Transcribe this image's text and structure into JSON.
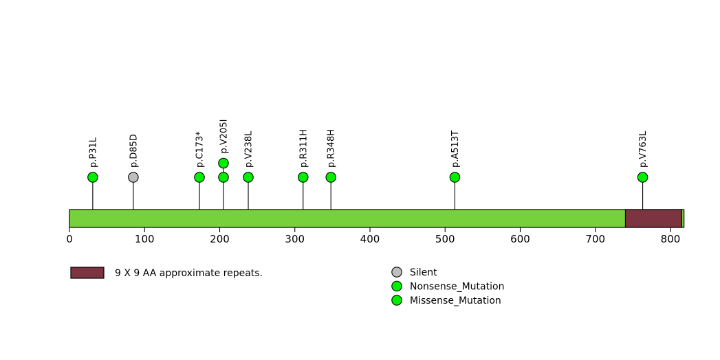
{
  "chart_data": {
    "type": "lollipop",
    "title": "",
    "xlabel": "",
    "ylabel": "",
    "protein_length": 818,
    "axis": {
      "min": 0,
      "max": 818,
      "ticks": [
        0,
        100,
        200,
        300,
        400,
        500,
        600,
        700,
        800
      ],
      "tick_labels": [
        "0",
        "100",
        "200",
        "300",
        "400",
        "500",
        "600",
        "700",
        "800"
      ]
    },
    "backbone": {
      "color": "#76D13A",
      "start": 0,
      "end": 818
    },
    "domains": [
      {
        "name": "9 X 9 AA approximate repeats.",
        "start": 740,
        "end": 815,
        "color": "#7B3440"
      }
    ],
    "mutations": [
      {
        "label": "p.P31L",
        "position": 31,
        "count": 1,
        "type": "Missense_Mutation",
        "color": "#00EE00"
      },
      {
        "label": "p.D85D",
        "position": 85,
        "count": 1,
        "type": "Silent",
        "color": "#BEBEBE"
      },
      {
        "label": "p.C173*",
        "position": 173,
        "count": 1,
        "type": "Nonsense_Mutation",
        "color": "#00EE00"
      },
      {
        "label": "p.V205I",
        "position": 205,
        "count": 2,
        "type": "Missense_Mutation",
        "color": "#00EE00"
      },
      {
        "label": "p.V238L",
        "position": 238,
        "count": 1,
        "type": "Missense_Mutation",
        "color": "#00EE00"
      },
      {
        "label": "p.R311H",
        "position": 311,
        "count": 1,
        "type": "Missense_Mutation",
        "color": "#00EE00"
      },
      {
        "label": "p.R348H",
        "position": 348,
        "count": 1,
        "type": "Missense_Mutation",
        "color": "#00EE00"
      },
      {
        "label": "p.A513T",
        "position": 513,
        "count": 1,
        "type": "Missense_Mutation",
        "color": "#00EE00"
      },
      {
        "label": "p.V763L",
        "position": 763,
        "count": 1,
        "type": "Missense_Mutation",
        "color": "#00EE00"
      }
    ],
    "legend_domain": [
      {
        "label": "9 X 9 AA approximate repeats.",
        "color": "#7B3440"
      }
    ],
    "legend_mutations": [
      {
        "label": "Silent",
        "color": "#BEBEBE"
      },
      {
        "label": "Nonsense_Mutation",
        "color": "#00EE00"
      },
      {
        "label": "Missense_Mutation",
        "color": "#00EE00"
      }
    ]
  }
}
